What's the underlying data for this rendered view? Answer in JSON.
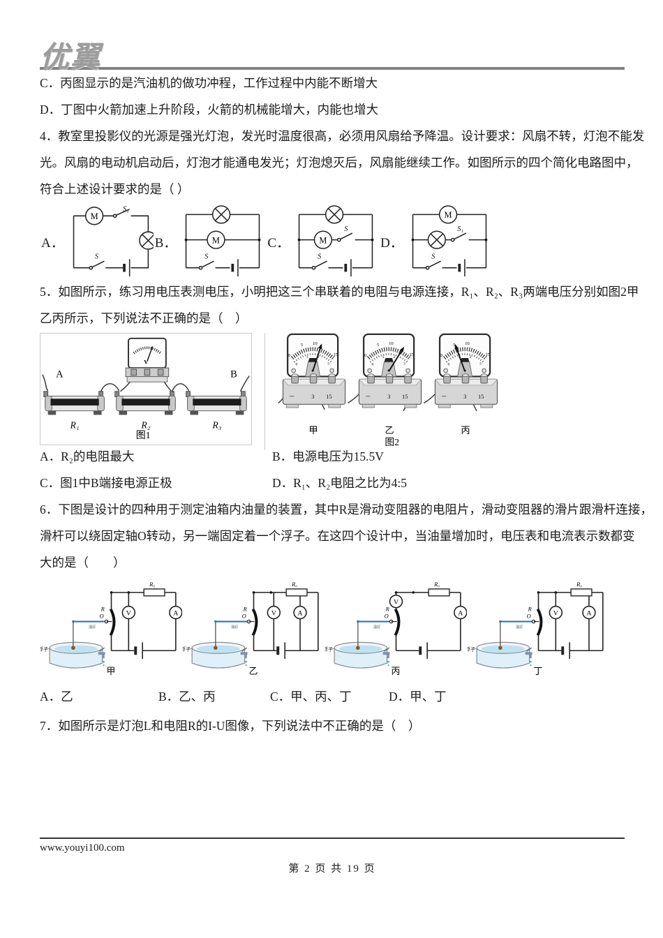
{
  "logo": {
    "text": "优翼"
  },
  "q3": {
    "option_c": "C．丙图显示的是汽油机的做功冲程，工作过程中内能不断增大",
    "option_d": "D．丁图中火箭加速上升阶段，火箭的机械能增大，内能也增大"
  },
  "q4": {
    "line1": "4．教室里投影仪的光源是强光灯泡，发光时温度很高，必须用风扇给予降温。设计要求：风扇不转，灯泡不能发",
    "line2": "光。风扇的电动机启动后，灯泡才能通电发光；灯泡熄灭后，风扇能继续工作。如图所示的四个简化电路图中，",
    "line3": "符合上述设计要求的是（ ）",
    "labels": {
      "A": "A．",
      "B": "B．",
      "C": "C．",
      "D": "D．",
      "M": "M",
      "S": "S",
      "S1": "S₁"
    }
  },
  "q5": {
    "line1": "5．如图所示，练习用电压表测电压，小明把这三个串联着的电阻与电源连接，R₁、R₂、R₃两端电压分别如图2甲",
    "line2": "乙丙所示，下列说法不正确的是（　）",
    "fig1": {
      "label_a": "A",
      "label_b": "B",
      "r1": "R₁",
      "r2": "R₂",
      "r3": "R₃",
      "v": "V",
      "caption": "图1"
    },
    "fig2": {
      "caption": "图2",
      "v": "V",
      "meters": [
        {
          "label": "甲"
        },
        {
          "label": "乙"
        },
        {
          "label": "丙"
        }
      ],
      "scale_top": [
        "0",
        "5",
        "10",
        "15"
      ],
      "scale_bottom": [
        "0",
        "1",
        "2",
        "3"
      ],
      "terminals": [
        "－",
        "3",
        "15"
      ]
    },
    "options": {
      "a": "A．R₂的电阻最大",
      "b": "B．电源电压为15.5V",
      "c": "C．图1中B端接电源正极",
      "d": "D．R₁、R₂电阻之比为4:5"
    }
  },
  "q6": {
    "line1": "6．下图是设计的四种用于测定油箱内油量的装置，其中R是滑动变阻器的电阻片，滑动变阻器的滑片跟滑杆连接，",
    "line2": "滑杆可以绕固定轴O转动，另一端固定着一个浮子。在这四个设计中，当油量增加时，电压表和电流表示数都变",
    "line3": "大的是（　　）",
    "labels": {
      "r0": "R₀",
      "v": "V",
      "a": "A",
      "o": "O",
      "r": "R",
      "lever": "滑杆",
      "float": "浮子"
    },
    "diagrams": [
      {
        "caption": "甲"
      },
      {
        "caption": "乙"
      },
      {
        "caption": "丙"
      },
      {
        "caption": "丁"
      }
    ],
    "options": {
      "a": "A．乙",
      "b": "B．乙、丙",
      "c": "C．甲、丙、丁",
      "d": "D．甲、丁"
    }
  },
  "q7": {
    "line": "7．如图所示是灯泡L和电阻R的I-U图像，下列说法中不正确的是（　）"
  },
  "footer": {
    "url": "www.youyi100.com",
    "page_info": "第 2 页 共 19 页"
  }
}
